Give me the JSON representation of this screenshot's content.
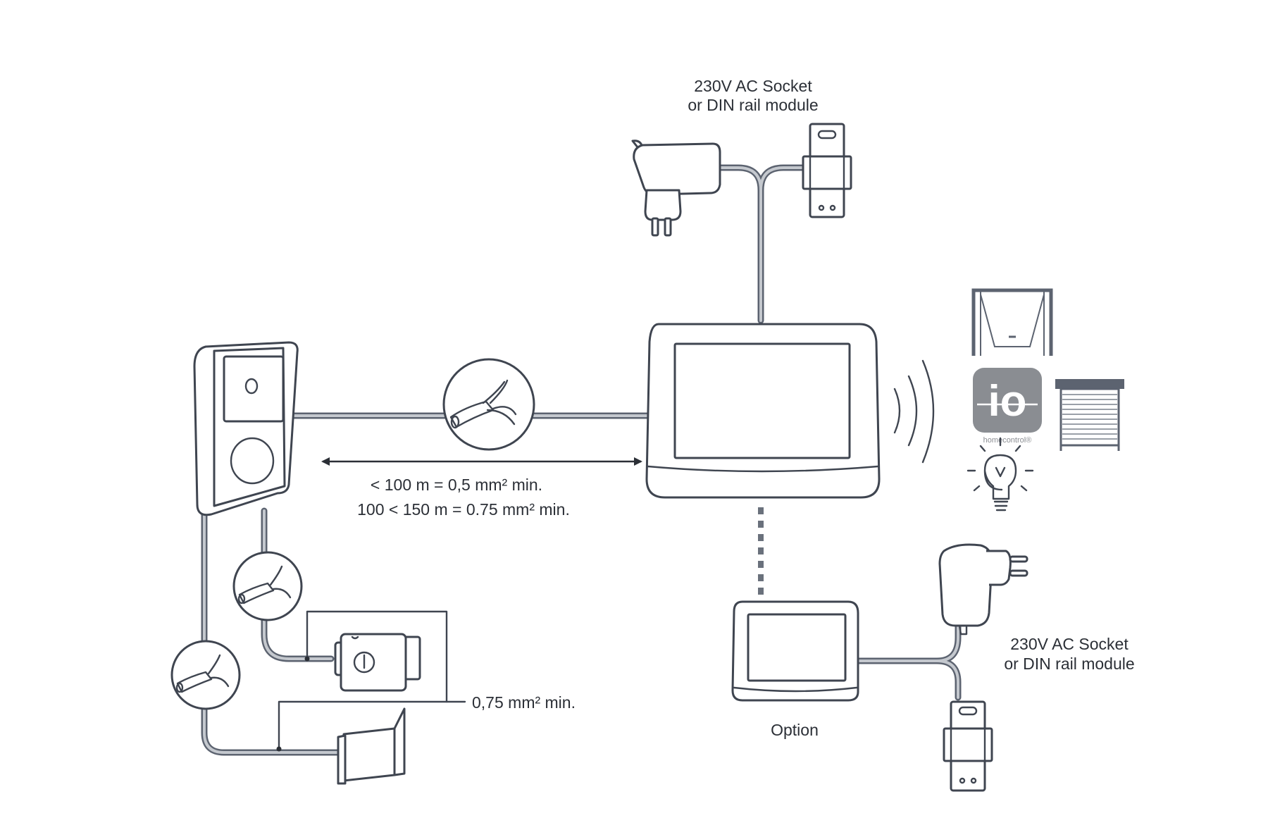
{
  "labels": {
    "power_top": [
      "230V AC Socket",
      "or DIN rail module"
    ],
    "power_bottom": [
      "230V AC Socket",
      "or DIN rail module"
    ],
    "distance_line1": "< 100 m = 0,5 mm² min.",
    "distance_line2": "100 < 150 m = 0.75 mm² min.",
    "wire_section": "0,75 mm² min.",
    "option": "Option"
  },
  "io_logo": {
    "mark": "io",
    "caption": "homecontrol®",
    "color": "#8a8d92"
  },
  "colors": {
    "line": "#3f4550",
    "cable_outer": "#5c6370",
    "cable_inner": "#c4c8ce",
    "text": "#2b2f36"
  },
  "icons": [
    "plug-adapter-icon",
    "din-rail-module-icon",
    "door-station-icon",
    "monitor-icon",
    "cable-section-icon",
    "radio-waves-icon",
    "garage-door-icon",
    "roller-shutter-icon",
    "light-bulb-icon",
    "electric-strike-icon",
    "gate-lock-icon"
  ]
}
